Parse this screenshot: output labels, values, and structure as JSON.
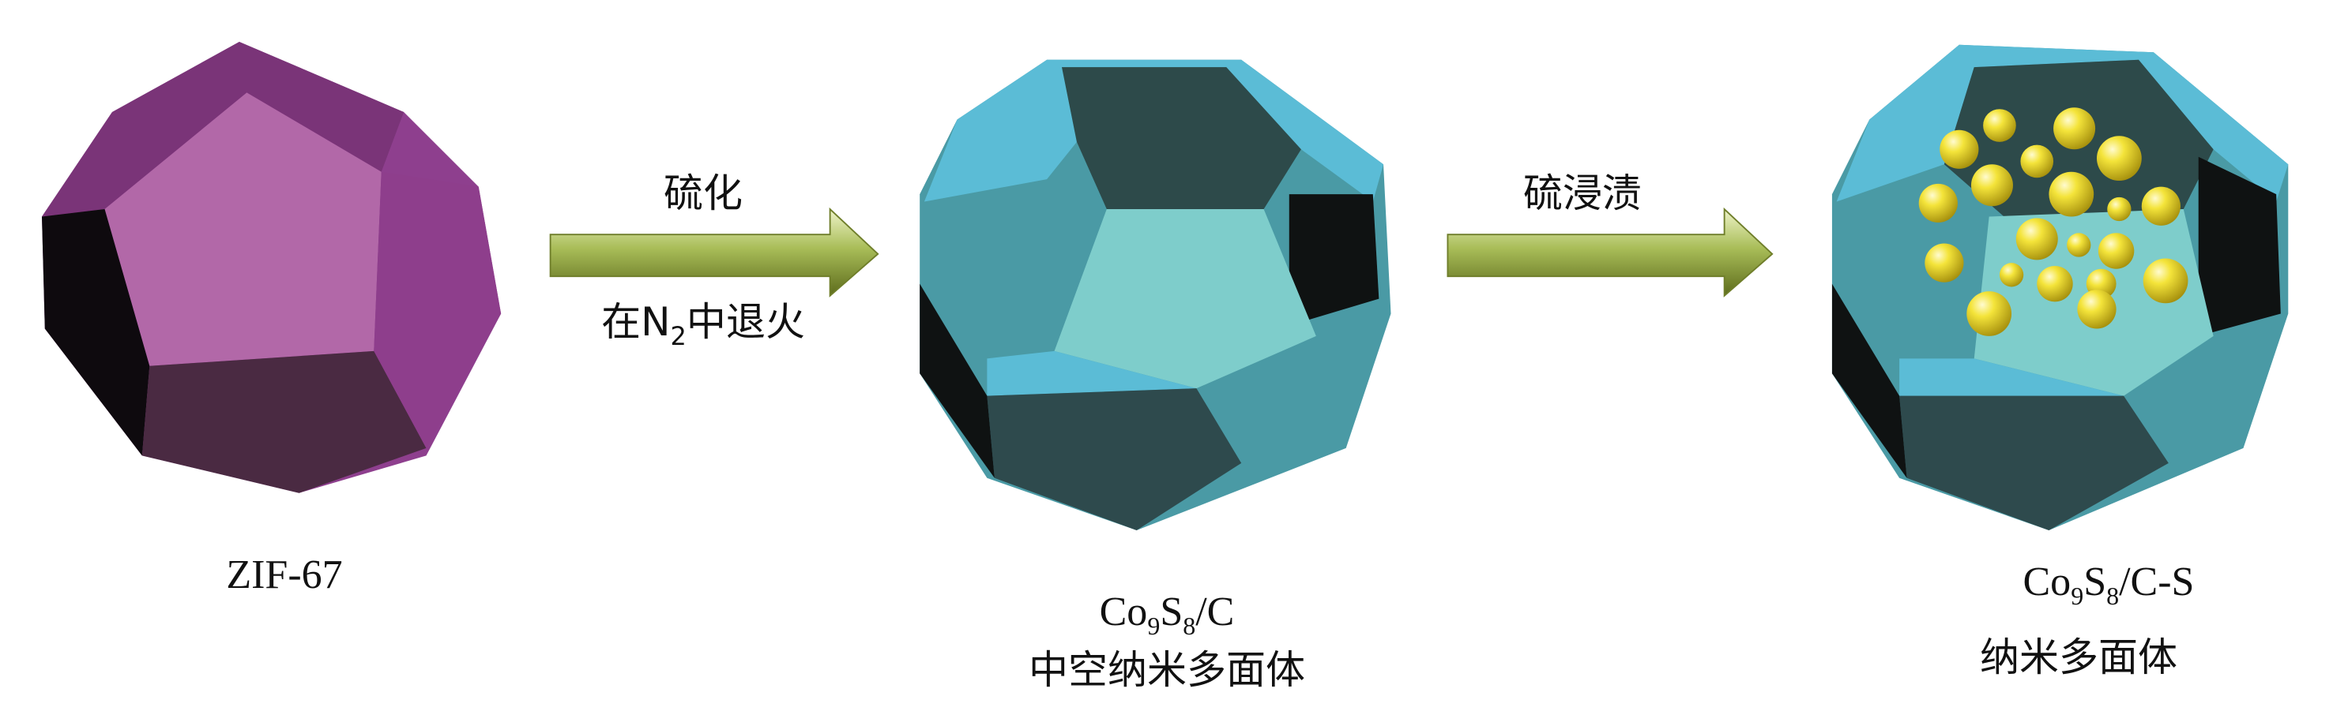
{
  "stages": [
    {
      "label": "ZIF-67"
    },
    {
      "formula": {
        "a": "Co",
        "sub1": "9",
        "b": "S",
        "sub2": "8",
        "tail": "/C"
      },
      "desc": "中空纳米多面体"
    },
    {
      "formula": {
        "a": "Co",
        "sub1": "9",
        "b": "S",
        "sub2": "8",
        "tail": "/C-S"
      },
      "desc": "纳米多面体"
    }
  ],
  "arrows": [
    {
      "top": "硫化",
      "bottom": {
        "pre": "在N",
        "sub": "2",
        "post": "中退火"
      }
    },
    {
      "top": "硫浸渍"
    }
  ],
  "colors": {
    "zif": "#8e3f8e",
    "shell": "#4a9aa5",
    "sulfur": "#e8d830",
    "arrow": "#9aae48"
  }
}
